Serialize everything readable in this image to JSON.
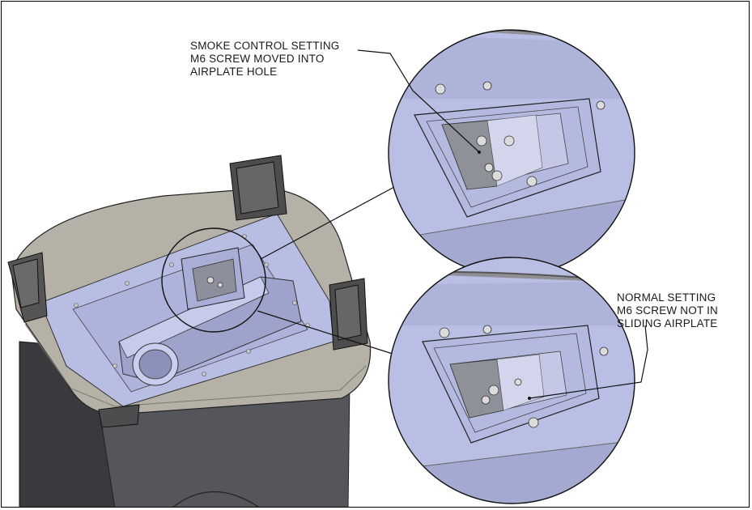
{
  "callouts": {
    "smoke_control": {
      "line1": "SMOKE CONTROL SETTING",
      "line2": "M6 SCREW MOVED INTO",
      "line3": "AIRPLATE HOLE"
    },
    "normal": {
      "line1": "NORMAL SETTING",
      "line2": "M6 SCREW NOT IN",
      "line3": "SLIDING AIRPLATE"
    }
  },
  "colors": {
    "plate": "#b9bfe2",
    "plate_dark": "#a3a9d0",
    "rim": "#b3b0a4",
    "legs": "#4a4a4a",
    "body": "#3c3c40",
    "outline": "#1a1a1a"
  }
}
